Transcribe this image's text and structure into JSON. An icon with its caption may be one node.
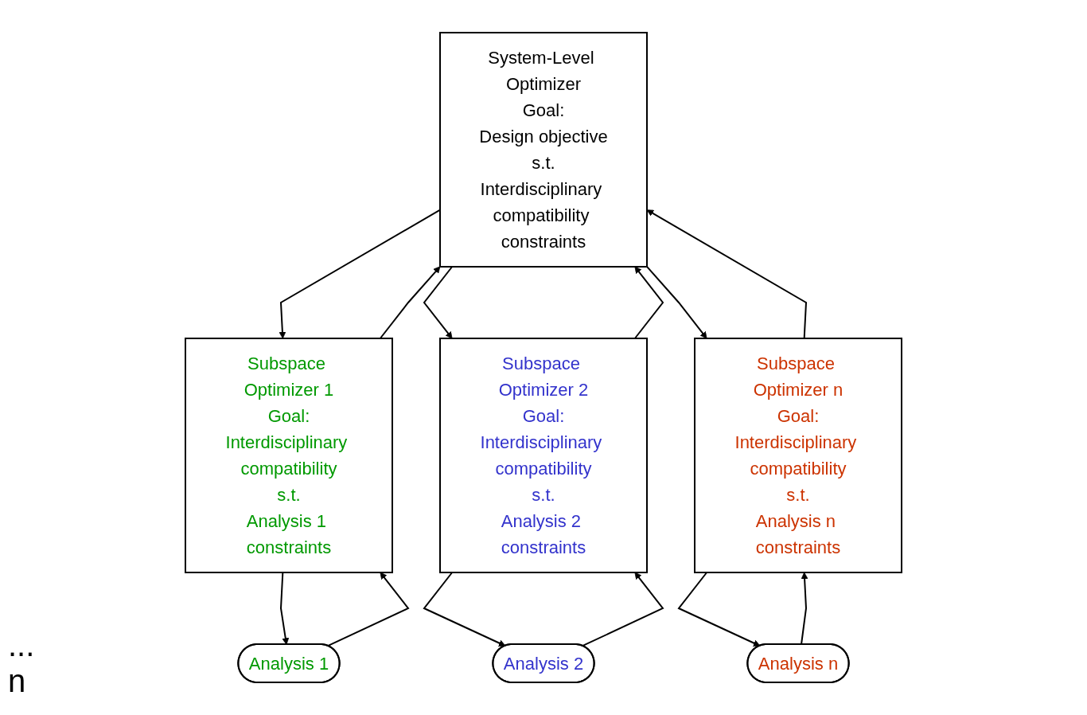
{
  "diagram": {
    "nodes": [
      {
        "text": [
          "System-Level Optimizer",
          "Goal:",
          "Design objective",
          "s.t.",
          "Interdisciplinary compatibility constraints"
        ]
      },
      {
        "text": [
          "Subspace Optimizer 1",
          "Goal:",
          "Interdisciplinary compatibility",
          "s.t.",
          "Analysis 1 constraints"
        ]
      },
      {
        "text": [
          "Subspace Optimizer 2",
          "Goal:",
          "Interdisciplinary compatibility",
          "s.t.",
          "Analysis 2 constraints"
        ]
      },
      {
        "text": [
          "Subspace Optimizer n",
          "Goal:",
          "Interdisciplinary compatibility",
          "s.t.",
          "Analysis n constraints"
        ]
      },
      {
        "text": [
          "Analysis 1"
        ]
      },
      {
        "text": [
          "Analysis 2"
        ]
      },
      {
        "text": [
          "Analysis n"
        ]
      }
    ],
    "edges": [
      {
        "from": 0,
        "to": 1,
        "arrow": "to"
      },
      {
        "from": 1,
        "to": 0,
        "arrow": "to"
      },
      {
        "from": 0,
        "to": 2,
        "arrow": "to"
      },
      {
        "from": 2,
        "to": 0,
        "arrow": "to"
      },
      {
        "from": 0,
        "to": 3,
        "arrow": "to"
      },
      {
        "from": 3,
        "to": 0,
        "arrow": "to"
      },
      {
        "from": 4,
        "to": 1,
        "arrow": "to"
      },
      {
        "from": 1,
        "to": 4,
        "arrow": "to"
      },
      {
        "from": 5,
        "to": 2,
        "arrow": "to"
      },
      {
        "from": 2,
        "to": 5,
        "arrow": "to"
      },
      {
        "from": 6,
        "to": 3,
        "arrow": "to"
      },
      {
        "from": 3,
        "to": 6,
        "arrow": "to"
      }
    ],
    "labels": [
      "...",
      "n"
    ]
  }
}
